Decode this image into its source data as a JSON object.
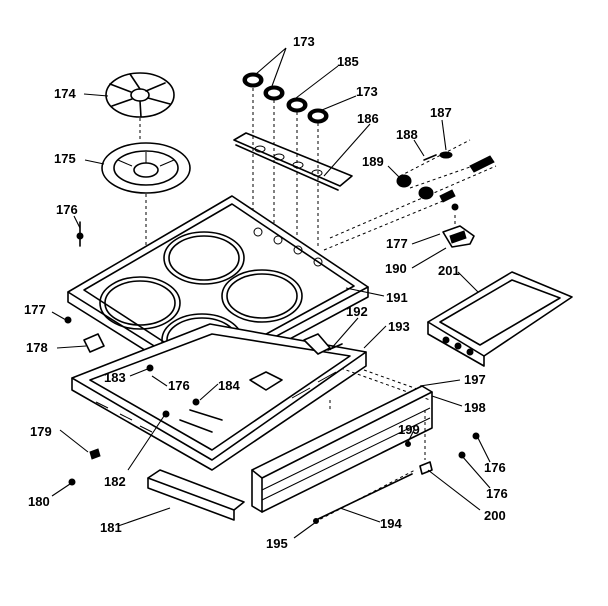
{
  "callouts": [
    {
      "id": "c173a",
      "text": "173"
    },
    {
      "id": "c185",
      "text": "185"
    },
    {
      "id": "c173b",
      "text": "173"
    },
    {
      "id": "c174",
      "text": "174"
    },
    {
      "id": "c187",
      "text": "187"
    },
    {
      "id": "c186",
      "text": "186"
    },
    {
      "id": "c188",
      "text": "188"
    },
    {
      "id": "c175",
      "text": "175"
    },
    {
      "id": "c189",
      "text": "189"
    },
    {
      "id": "c176a",
      "text": "176"
    },
    {
      "id": "c177a",
      "text": "177"
    },
    {
      "id": "c190",
      "text": "190"
    },
    {
      "id": "c201",
      "text": "201"
    },
    {
      "id": "c191",
      "text": "191"
    },
    {
      "id": "c177b",
      "text": "177"
    },
    {
      "id": "c192",
      "text": "192"
    },
    {
      "id": "c193",
      "text": "193"
    },
    {
      "id": "c178",
      "text": "178"
    },
    {
      "id": "c183",
      "text": "183"
    },
    {
      "id": "c176b",
      "text": "176"
    },
    {
      "id": "c184",
      "text": "184"
    },
    {
      "id": "c197",
      "text": "197"
    },
    {
      "id": "c198",
      "text": "198"
    },
    {
      "id": "c179",
      "text": "179"
    },
    {
      "id": "c199",
      "text": "199"
    },
    {
      "id": "c176c",
      "text": "176"
    },
    {
      "id": "c182",
      "text": "182"
    },
    {
      "id": "c176d",
      "text": "176"
    },
    {
      "id": "c180",
      "text": "180"
    },
    {
      "id": "c200",
      "text": "200"
    },
    {
      "id": "c181",
      "text": "181"
    },
    {
      "id": "c194",
      "text": "194"
    },
    {
      "id": "c195",
      "text": "195"
    }
  ]
}
